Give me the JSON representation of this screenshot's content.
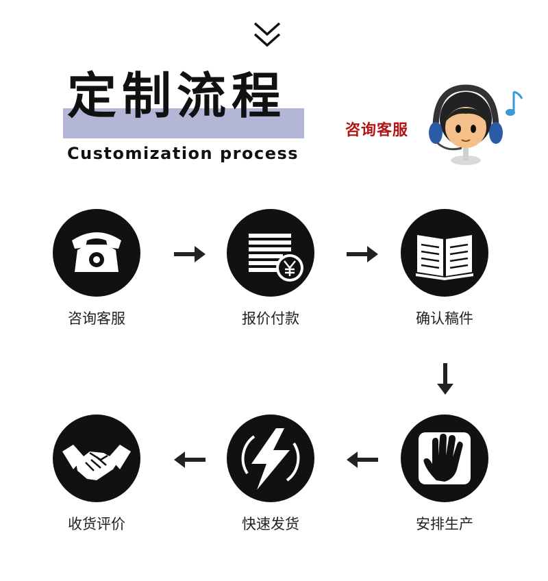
{
  "header": {
    "title_zh": "定制流程",
    "title_en": "Customization process"
  },
  "service": {
    "label": "咨询客服"
  },
  "steps": [
    {
      "label": "咨询客服",
      "icon": "telephone-icon"
    },
    {
      "label": "报价付款",
      "icon": "price-list-yen-icon"
    },
    {
      "label": "确认稿件",
      "icon": "open-book-icon"
    },
    {
      "label": "安排生产",
      "icon": "hand-icon"
    },
    {
      "label": "快速发货",
      "icon": "lightning-bolt-icon"
    },
    {
      "label": "收货评价",
      "icon": "handshake-icon"
    }
  ],
  "colors": {
    "circle": "#111111",
    "title_bar": "#b3b6d6",
    "service_label": "#b21414",
    "arrow": "#222222"
  }
}
